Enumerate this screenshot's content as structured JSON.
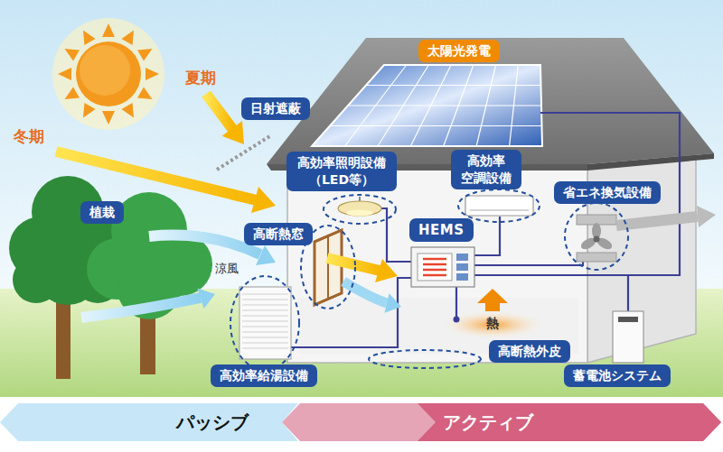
{
  "diagram": {
    "nodes": [
      {
        "text": [
          "太陽光発電"
        ]
      },
      {
        "text": [
          "日射遮蔽"
        ]
      },
      {
        "text": [
          "高効率照明設備 （LED等）"
        ]
      },
      {
        "text": [
          "高効率 空調設備"
        ]
      },
      {
        "text": [
          "省エネ換気設備"
        ]
      },
      {
        "text": [
          "植栽"
        ]
      },
      {
        "text": [
          "高断熱窓"
        ]
      },
      {
        "text": [
          "HEMS"
        ]
      },
      {
        "text": [
          "高効率給湯設備"
        ]
      },
      {
        "text": [
          "高断熱外皮"
        ]
      },
      {
        "text": [
          "蓄電池システム"
        ]
      },
      {
        "text": [
          "パッシブ"
        ]
      },
      {
        "text": [
          "アクティブ"
        ]
      }
    ],
    "labels": [
      "夏期",
      "冬期",
      "涼風",
      "熱"
    ]
  }
}
